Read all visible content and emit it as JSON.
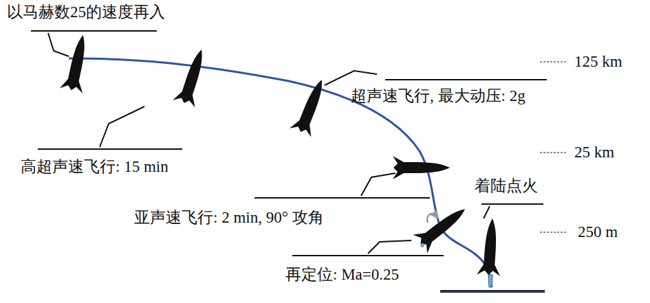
{
  "diagram": {
    "labels": [
      "以马赫数25的速度再入",
      "125 km",
      "超声速飞行, 最大动压: 2g",
      "高超声速飞行: 15 min",
      "25 km",
      "亚声速飞行: 2 min, 90°  攻角",
      "着陆点火",
      "250 m",
      "再定位: Ma=0.25"
    ]
  }
}
